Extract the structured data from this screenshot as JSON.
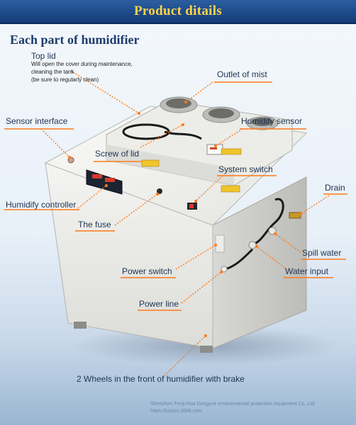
{
  "banner": {
    "title": "Product ditails"
  },
  "heading": "Each part of humidifier",
  "top_lid": {
    "label": "Top lid",
    "note_1": "Will open the cover during maintenance,",
    "note_2": "cleaning the tank",
    "note_3": "(be sure to regularly clean)"
  },
  "labels": {
    "outlet_of_mist": "Outlet of mist",
    "sensor_interface": "Sensor interface",
    "humidify_sensor": "Humidify sensor",
    "screw_of_lid": "Screw of lid",
    "system_switch": "System switch",
    "drain": "Drain",
    "humidify_controller": "Humidify controller",
    "the_fuse": "The fuse",
    "spill_water": "Spill water",
    "water_input": "Water input",
    "power_switch": "Power switch",
    "power_line": "Power line",
    "wheels": "2 Wheels  in the front of humidifier with brake"
  },
  "watermark": {
    "line_1": "Shenzhen Fenji Hua Dongyue environmental protection equipment Co.,Ltd.",
    "line_2": "https://szlzxs.1688.com"
  },
  "colors": {
    "accent": "#ff7a1a",
    "banner": "#143c78",
    "banner_text": "#ffd34a"
  }
}
